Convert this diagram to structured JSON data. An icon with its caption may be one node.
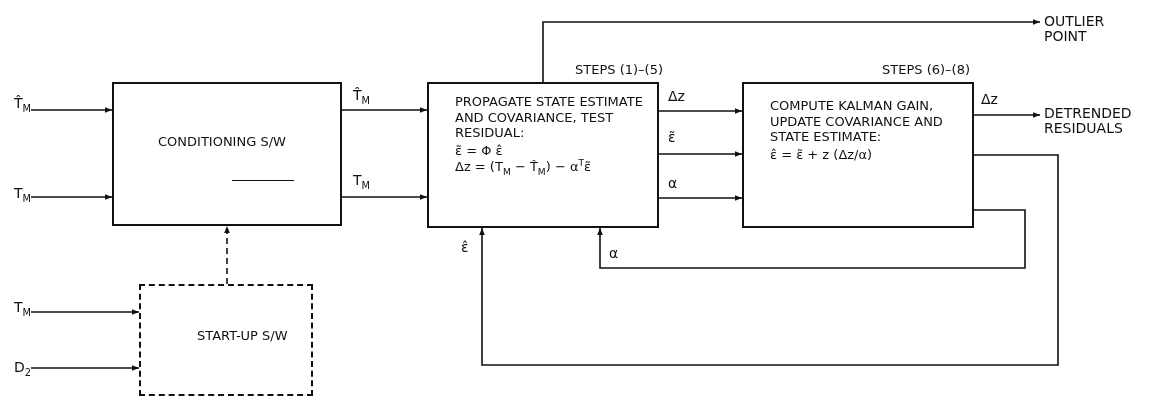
{
  "diagram": {
    "nodes": [
      {
        "text": [
          "T̂$_{M}$"
        ]
      },
      {
        "text": [
          "T$_{M}$"
        ]
      },
      {
        "text": [
          "CONDITIONING S/W"
        ]
      },
      {
        "text": [
          "PROPAGATE STATE ESTIMATE AND COVARIANCE, TEST RESIDUAL:",
          "ε̃ = Φ ε̂",
          "Δz = (T$_{M}$ − T̂$_{M}$) − α$^{T}$ε̃"
        ],
        "beside": [
          "STEPS (1)–(5)"
        ]
      },
      {
        "text": [
          "COMPUTE KALMAN GAIN, UPDATE COVARIANCE AND STATE ESTIMATE:",
          "ε̂ = ε̃ + z (Δz/α)"
        ],
        "beside": [
          "STEPS (6)–(8)"
        ]
      },
      {
        "text": [
          "OUTLIER POINT"
        ]
      },
      {
        "text": [
          "DETRENDED RESIDUALS"
        ]
      },
      {
        "text": [
          "START-UP S/W"
        ]
      },
      {
        "text": [
          "T$_{M}$"
        ]
      },
      {
        "text": [
          "D$_{2}$"
        ]
      }
    ],
    "edges": [
      {
        "from": 0,
        "to": 2,
        "arrow": "to"
      },
      {
        "from": 1,
        "to": 2,
        "arrow": "to"
      },
      {
        "from": 2,
        "to": 3,
        "arrow": "to",
        "label": "T̂$_{M}$"
      },
      {
        "from": 2,
        "to": 3,
        "arrow": "to",
        "label": "T$_{M}$"
      },
      {
        "from": 3,
        "to": 4,
        "arrow": "to",
        "label": "Δz"
      },
      {
        "from": 3,
        "to": 4,
        "arrow": "to",
        "label": "ε̃"
      },
      {
        "from": 3,
        "to": 4,
        "arrow": "to",
        "label": "α"
      },
      {
        "from": 3,
        "to": 5,
        "arrow": "to"
      },
      {
        "from": 4,
        "to": 6,
        "arrow": "to",
        "label": "Δz"
      },
      {
        "from": 4,
        "to": 3,
        "arrow": "to",
        "label": "α"
      },
      {
        "from": 4,
        "to": 3,
        "arrow": "to",
        "label": "ε̂"
      },
      {
        "from": 7,
        "to": 2,
        "arrow": "to",
        "style": "dashed"
      },
      {
        "from": 8,
        "to": 7,
        "arrow": "to"
      },
      {
        "from": 9,
        "to": 7,
        "arrow": "to"
      }
    ]
  }
}
